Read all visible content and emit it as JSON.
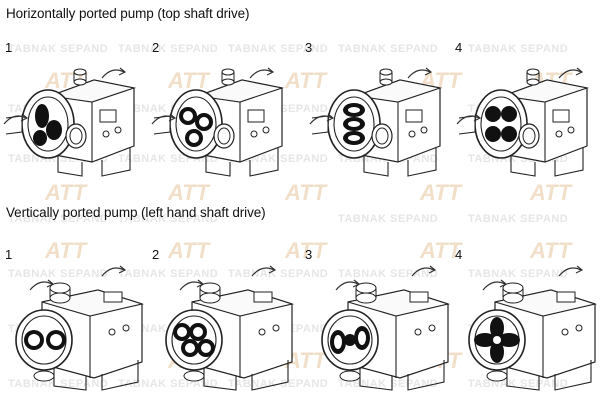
{
  "sections": [
    {
      "title": "Horizontally ported pump (top shaft drive)",
      "steps": [
        "1",
        "2",
        "3",
        "4"
      ]
    },
    {
      "title": "Vertically ported pump (left hand shaft drive)",
      "steps": [
        "1",
        "2",
        "3",
        "4"
      ]
    }
  ],
  "watermark": {
    "text": "TABNAK SEPAND",
    "logo": "ATT"
  },
  "colors": {
    "line": "#222222",
    "watermark_text": "#e6e6e6",
    "watermark_logo": "#f1dfc9"
  }
}
